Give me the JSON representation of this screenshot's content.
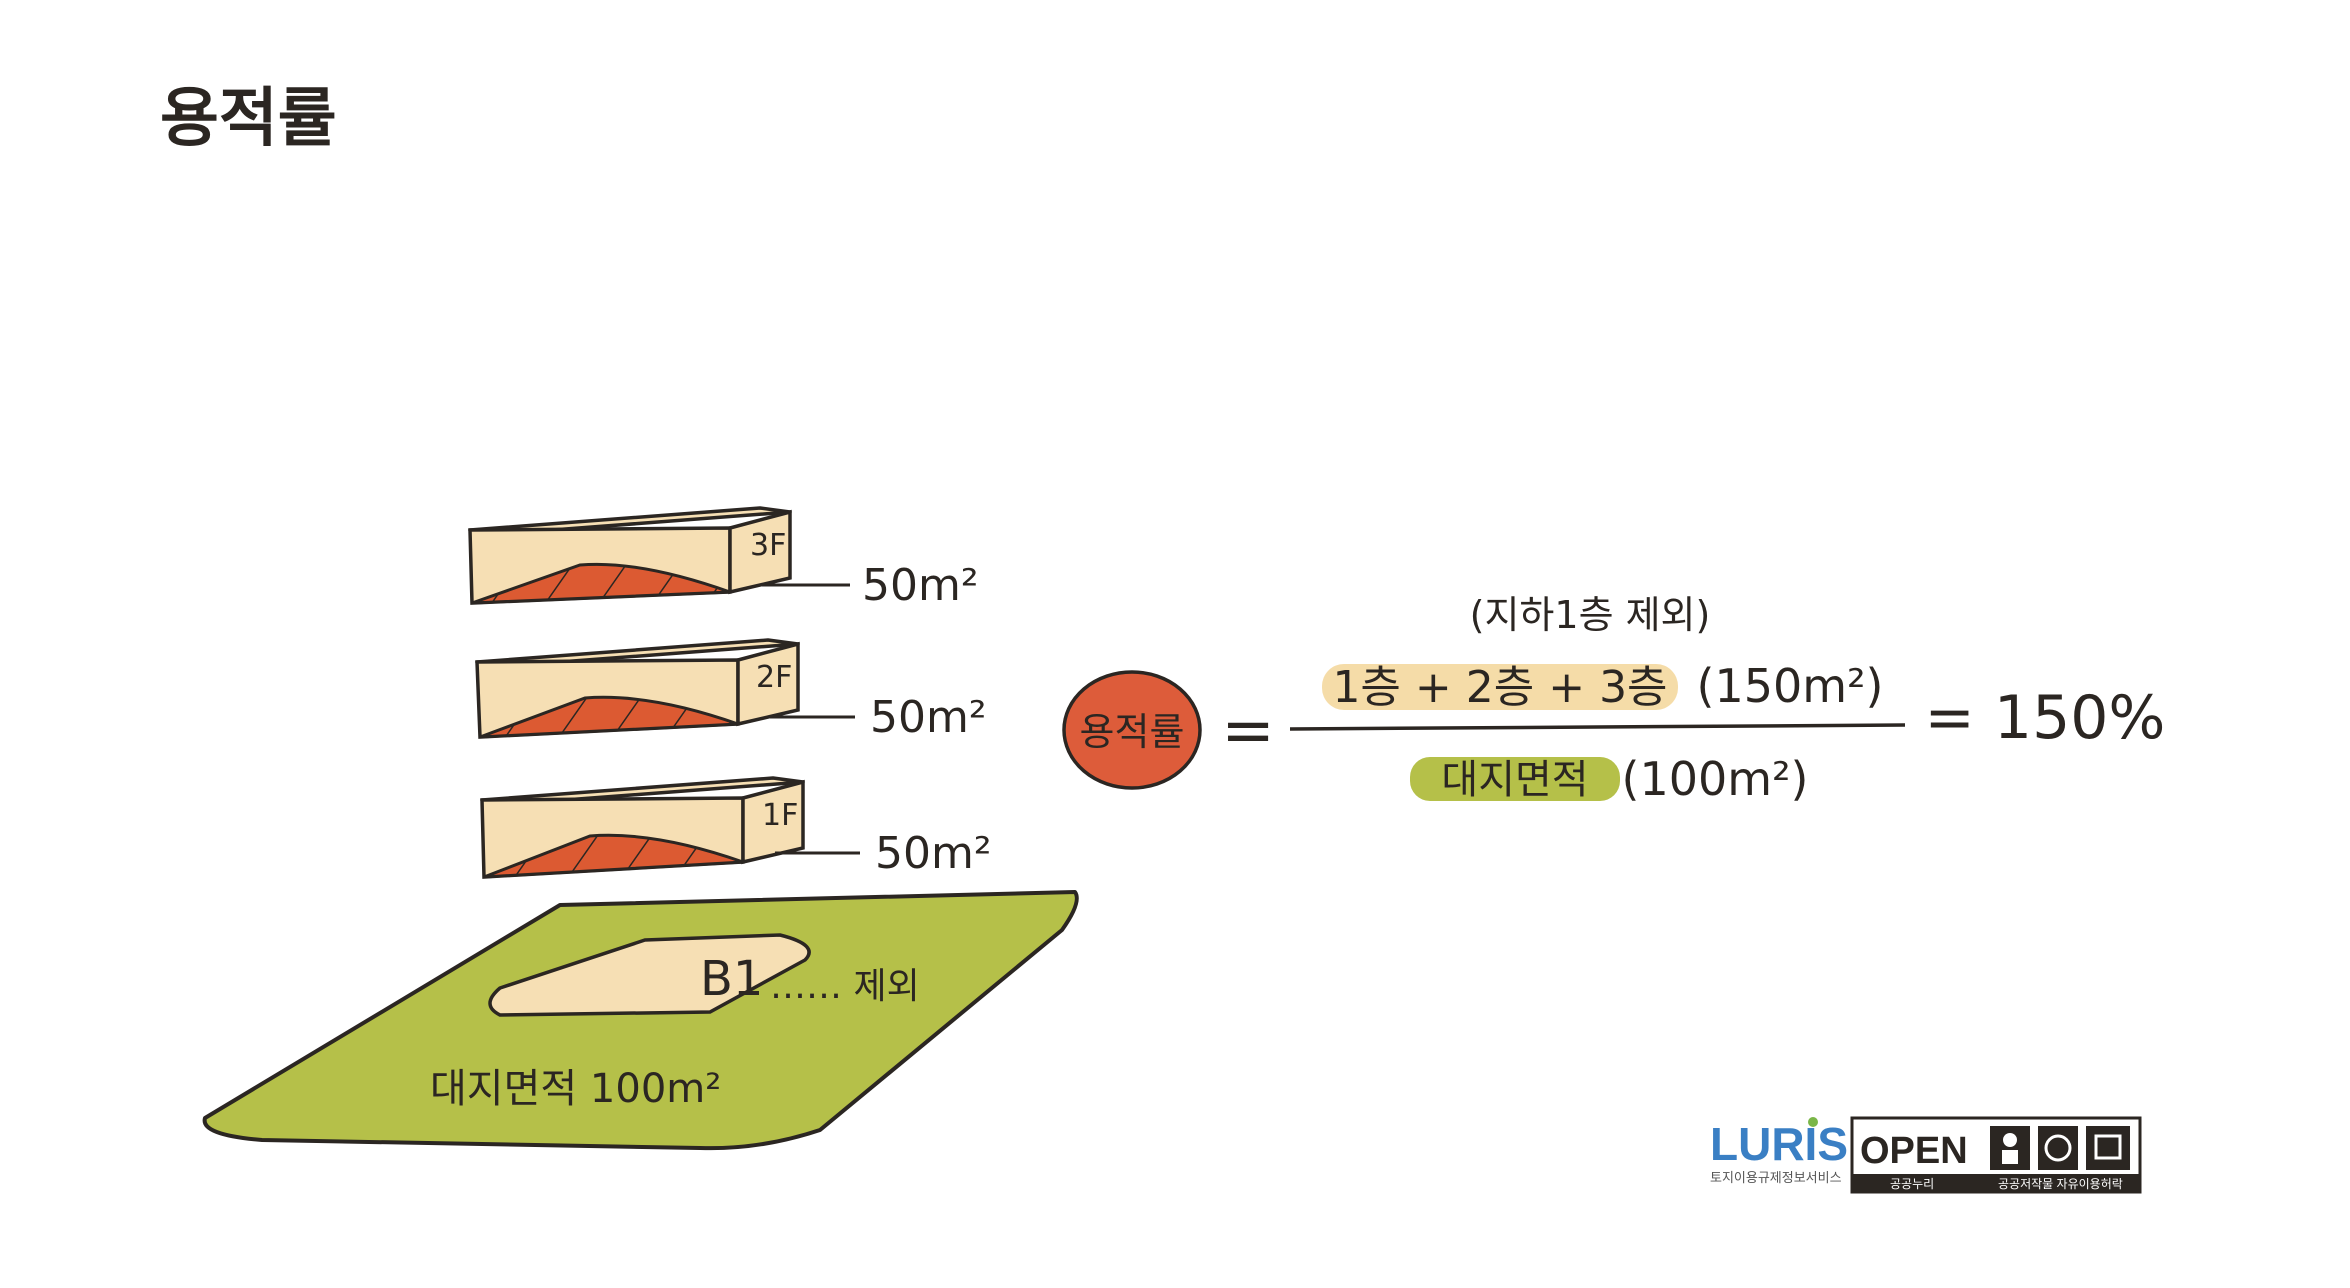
{
  "title": "용적률",
  "floors": [
    {
      "label": "3F",
      "area": "50m²"
    },
    {
      "label": "2F",
      "area": "50m²"
    },
    {
      "label": "1F",
      "area": "50m²"
    }
  ],
  "basement": {
    "label": "B1",
    "note": "…… 제외"
  },
  "site": {
    "label": "대지면적 100m²"
  },
  "formula": {
    "lhs": "용적률",
    "equals": "=",
    "note": "(지하1층 제외)",
    "numerator_terms": "1층 + 2층 + 3층",
    "numerator_value": "(150m²)",
    "denominator_term": "대지면적",
    "denominator_value": "(100m²)",
    "result": "= 150%"
  },
  "logos": {
    "luris_name": "LURIS",
    "luris_sub": "토지이용규제정보서비스",
    "open_text": "OPEN",
    "open_sub_left": "공공누리",
    "open_sub_right": "공공저작물 자유이용허락"
  },
  "colors": {
    "slab_face": "#f6dfb4",
    "slab_hatch": "#dc5a32",
    "site_green": "#b5c049",
    "circle_red": "#dd5c3a",
    "highlight_yellow": "#f5dca8",
    "highlight_green": "#b5c049",
    "luris_blue": "#3a7fc4",
    "luris_green": "#7ab648"
  }
}
